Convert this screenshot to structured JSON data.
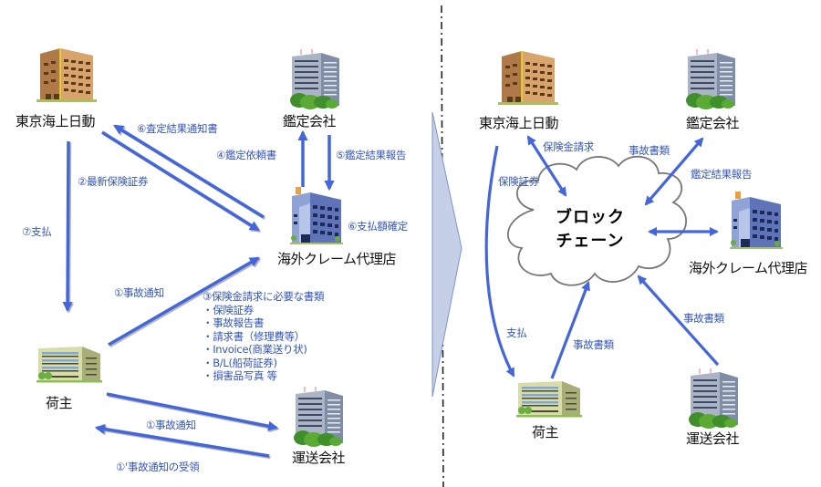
{
  "colors": {
    "arrow": "#4466dd",
    "arrow_shadow": "#9a9a9a",
    "edge_label": "#3355bb",
    "transition_fill": "#c5d0e6",
    "transition_stroke": "#7f95c9",
    "cloud_stroke": "#777777"
  },
  "left": {
    "nodes": {
      "insurer": "東京海上日動",
      "surveyor": "鑑定会社",
      "agent": "海外クレーム代理店",
      "shipper": "荷主",
      "carrier": "運送会社"
    },
    "edges": {
      "assessment_notice": "⑥査定結果通知書",
      "latest_certificate": "②最新保険証券",
      "payment": "⑦支払",
      "survey_request": "④鑑定依頼書",
      "survey_report": "⑤鑑定結果報告",
      "payment_confirm": "⑥支払額確定",
      "accident_notice_agent": "①事故通知",
      "accident_notice_carrier": "①事故通知",
      "accident_receipt": "①'事故通知の受領"
    },
    "documents": {
      "title": "③保険金請求に必要な書類",
      "items": [
        "・保険証券",
        "・事故報告書",
        "・請求書（修理費等）",
        "・Invoice(商業送り状)",
        "・B/L(船荷証券)",
        "・損害品写真 等"
      ]
    }
  },
  "right": {
    "blockchain": [
      "ブロック",
      "チェーン"
    ],
    "nodes": {
      "insurer": "東京海上日動",
      "surveyor": "鑑定会社",
      "agent": "海外クレーム代理店",
      "shipper": "荷主",
      "carrier": "運送会社"
    },
    "edges": {
      "claim": "保険金請求",
      "certificate": "保険証券",
      "surveyor_docs": "事故書類",
      "survey_report": "鑑定結果報告",
      "payment": "支払",
      "shipper_docs": "事故書類",
      "carrier_docs": "事故書類"
    }
  }
}
